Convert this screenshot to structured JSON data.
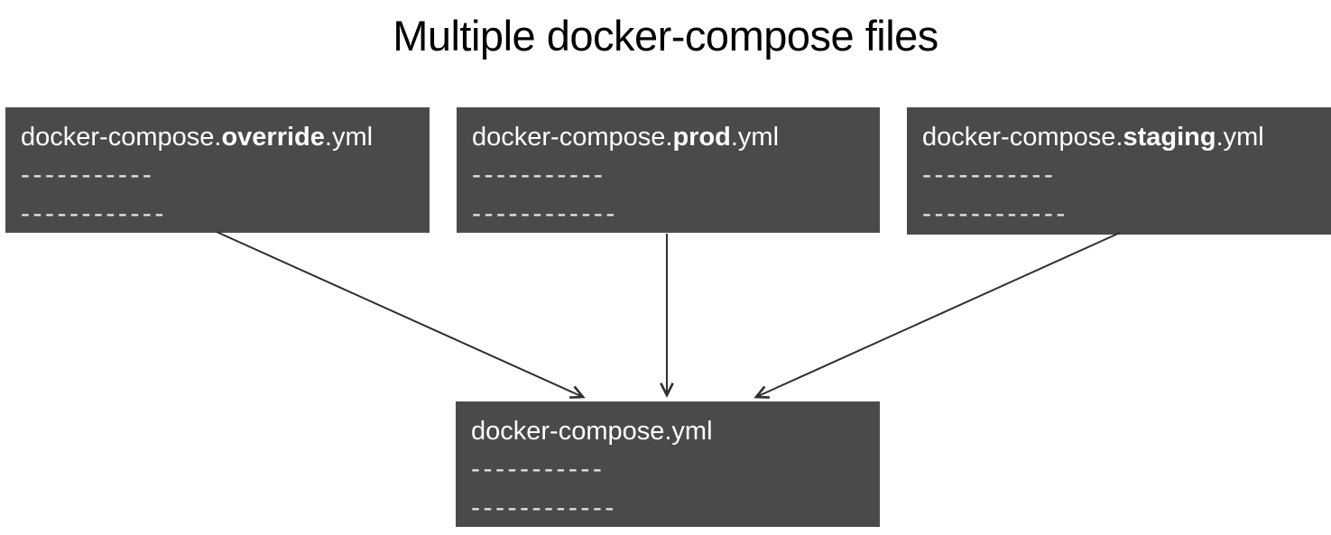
{
  "title": "Multiple docker-compose files",
  "colors": {
    "page_background": "#ffffff",
    "title_text": "#000000",
    "box_background": "#4a4a4a",
    "filename_text": "#ffffff",
    "dash_text": "#e3e3e3",
    "arrow": "#2f2f2f"
  },
  "boxes": {
    "override": {
      "prefix": "docker-compose.",
      "emphasis": "override",
      "suffix": ".yml",
      "dash_line_1": "-----------",
      "dash_line_2": "------------"
    },
    "prod": {
      "prefix": "docker-compose.",
      "emphasis": "prod",
      "suffix": ".yml",
      "dash_line_1": "-----------",
      "dash_line_2": "------------"
    },
    "staging": {
      "prefix": "docker-compose.",
      "emphasis": "staging",
      "suffix": ".yml",
      "dash_line_1": "-----------",
      "dash_line_2": "------------"
    },
    "base": {
      "filename": "docker-compose.yml",
      "dash_line_1": "-----------",
      "dash_line_2": "------------"
    }
  },
  "arrows": [
    {
      "from": "docker-compose.override.yml",
      "to": "docker-compose.yml"
    },
    {
      "from": "docker-compose.prod.yml",
      "to": "docker-compose.yml"
    },
    {
      "from": "docker-compose.staging.yml",
      "to": "docker-compose.yml"
    }
  ]
}
